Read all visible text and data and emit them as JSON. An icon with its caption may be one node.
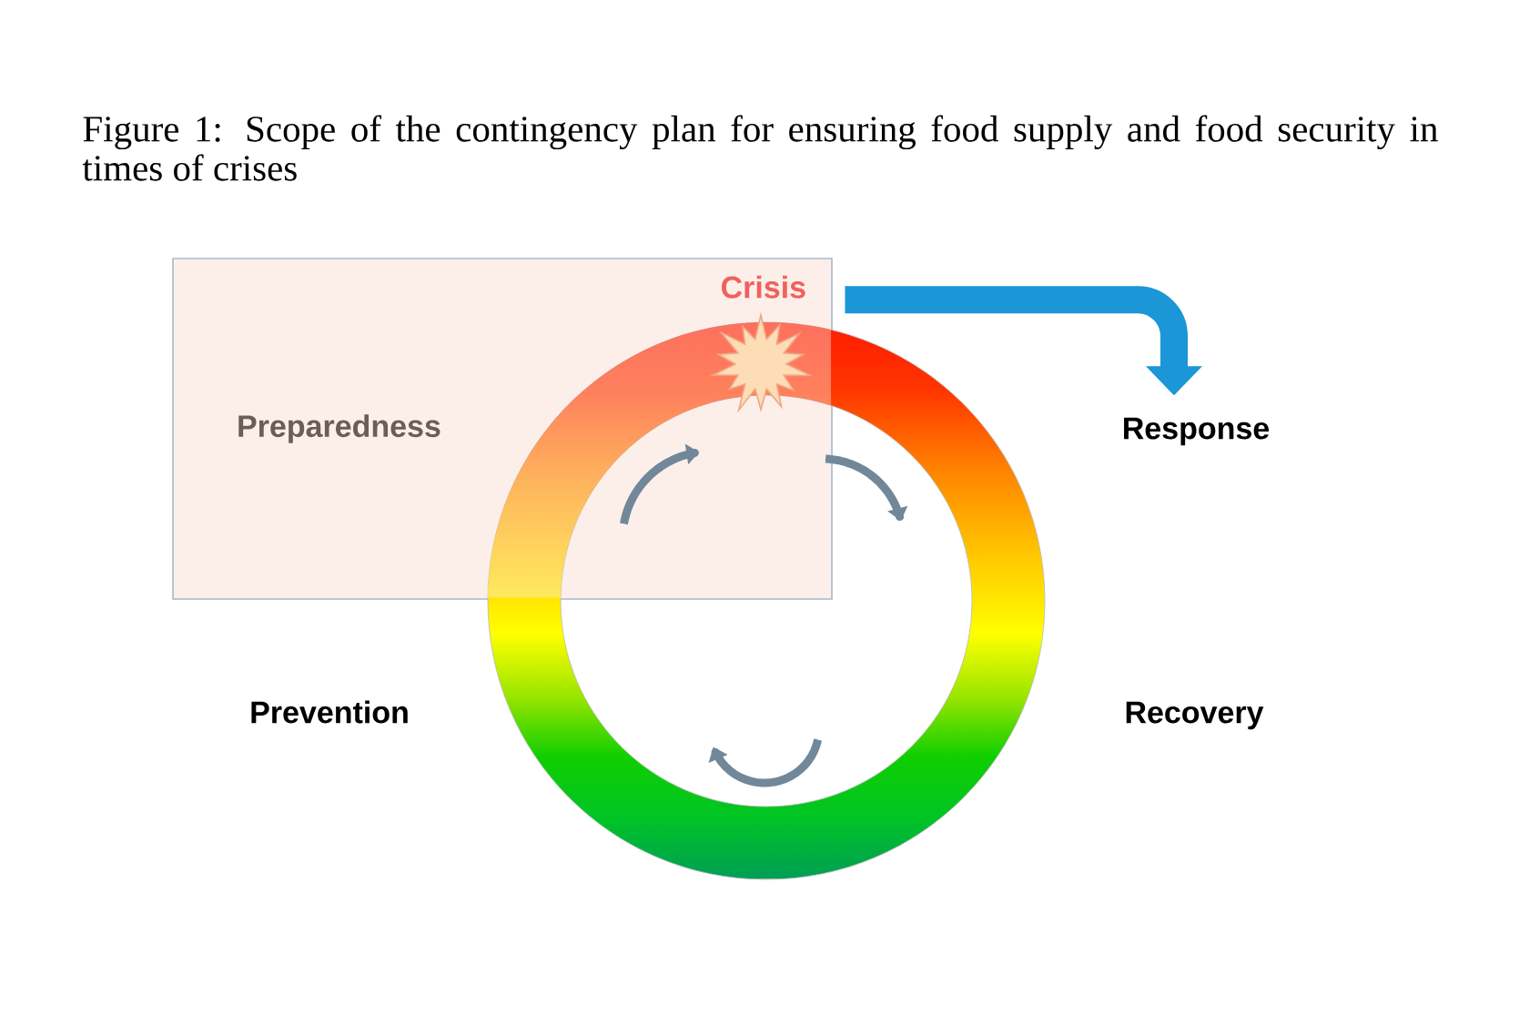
{
  "diagram": {
    "caption": "Figure 1: Scope of the contingency plan for ensuring food supply and food security in times of crises",
    "nodes": [
      {
        "text": [
          "Preparedness"
        ]
      },
      {
        "text": [
          "Crisis"
        ],
        "in": 0
      },
      {
        "text": [
          "Response"
        ]
      },
      {
        "text": [
          "Prevention"
        ]
      },
      {
        "text": [
          "Recovery"
        ]
      }
    ],
    "edges": [
      {
        "from": 1,
        "to": 2,
        "arrow": "to",
        "color": "#1b96d6"
      }
    ]
  }
}
